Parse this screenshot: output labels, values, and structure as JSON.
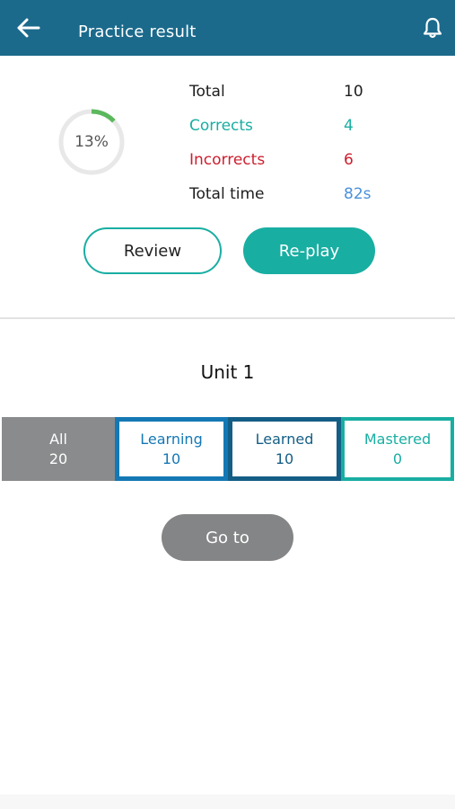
{
  "header": {
    "title": "Practice result",
    "back_icon": "arrow-left-icon",
    "notification_icon": "bell-icon",
    "background_color": "#1b6a8c"
  },
  "summary": {
    "percent_label": "13%",
    "percent_value": 13,
    "stats": [
      {
        "label": "Total",
        "value": "10",
        "color": "#1e1e1e"
      },
      {
        "label": "Corrects",
        "value": "4",
        "color": "#19aea2"
      },
      {
        "label": "Incorrects",
        "value": "6",
        "color": "#cc1f2e"
      },
      {
        "label": "Total time",
        "value": "82s",
        "color": "#4a90d9"
      }
    ],
    "review_label": "Review",
    "replay_label": "Re-play"
  },
  "unit": {
    "title": "Unit 1",
    "tabs": [
      {
        "label": "All",
        "count": "20"
      },
      {
        "label": "Learning",
        "count": "10"
      },
      {
        "label": "Learned",
        "count": "10"
      },
      {
        "label": "Mastered",
        "count": "0"
      }
    ],
    "goto_label": "Go to"
  },
  "colors": {
    "accent_teal": "#19aea2",
    "progress_green": "#5cb85c",
    "incorrect_red": "#cc1f2e"
  }
}
